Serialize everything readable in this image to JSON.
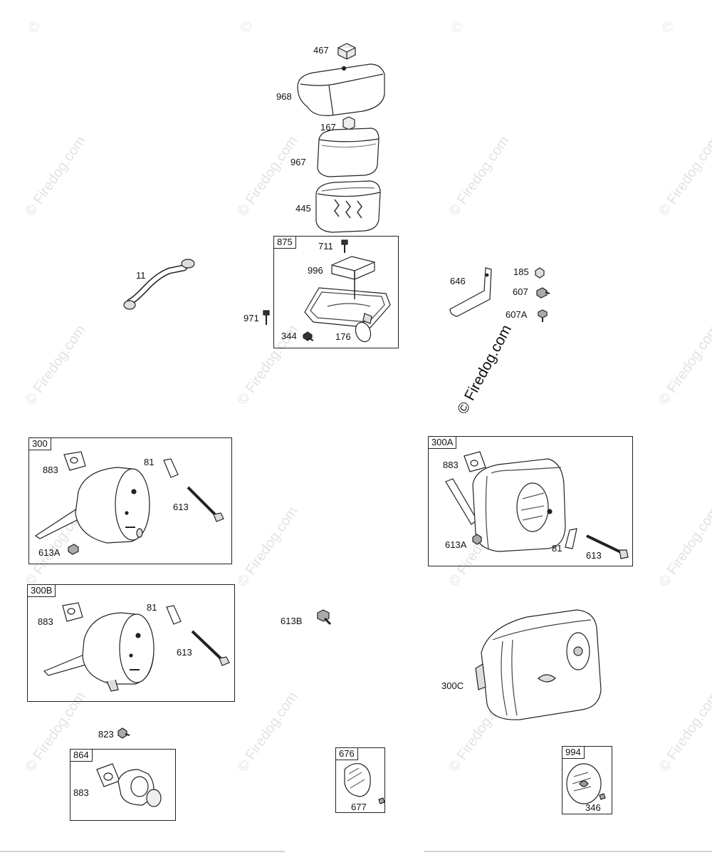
{
  "watermark": {
    "full": "© Firedog.com",
    "symbol": "©"
  },
  "groups": {
    "g875": "875",
    "g300": "300",
    "g300a": "300A",
    "g300b": "300B",
    "g864": "864",
    "g676": "676",
    "g994": "994"
  },
  "callouts": {
    "c467": "467",
    "c968": "968",
    "c167": "167",
    "c967": "967",
    "c445": "445",
    "c711": "711",
    "c996": "996",
    "c971": "971",
    "c344": "344",
    "c176": "176",
    "c11": "11",
    "c646": "646",
    "c185": "185",
    "c607": "607",
    "c607a": "607A",
    "c300_883": "883",
    "c300_81": "81",
    "c300_613": "613",
    "c300_613a": "613A",
    "c300a_883": "883",
    "c300a_613a": "613A",
    "c300a_81": "81",
    "c300a_613": "613",
    "c300b_883": "883",
    "c300b_81": "81",
    "c300b_613": "613",
    "c613b": "613B",
    "c300c": "300C",
    "c823": "823",
    "c864_883": "883",
    "c677": "677",
    "c346": "346"
  }
}
